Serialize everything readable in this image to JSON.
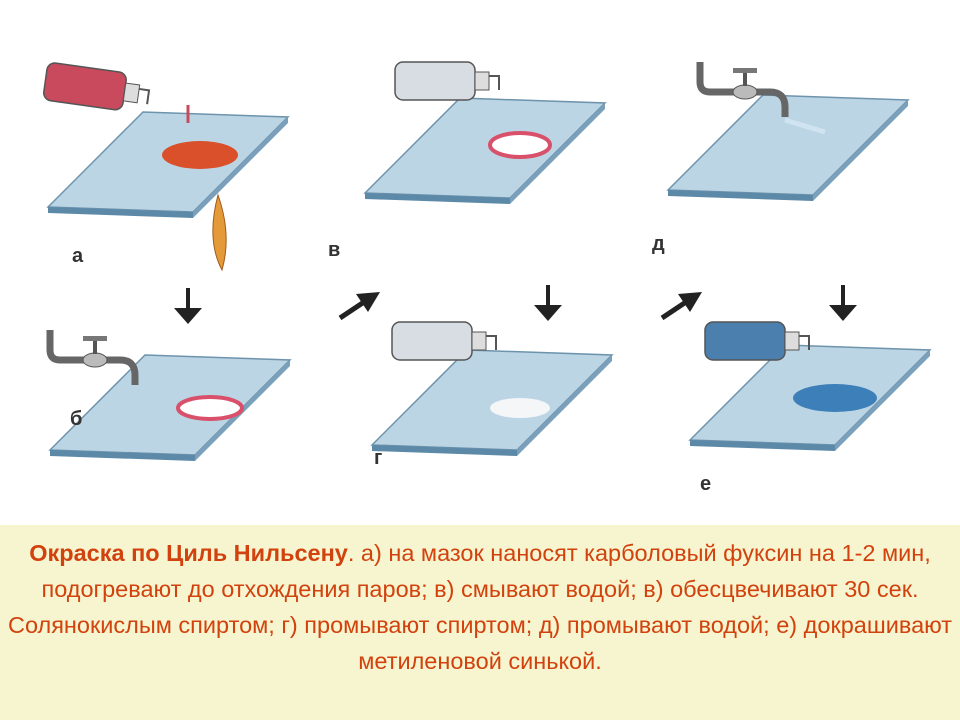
{
  "panels": [
    {
      "label": "а",
      "step": "a"
    },
    {
      "label": "б",
      "step": "b"
    },
    {
      "label": "в",
      "step": "v"
    },
    {
      "label": "г",
      "step": "g"
    },
    {
      "label": "д",
      "step": "d"
    },
    {
      "label": "е",
      "step": "e"
    }
  ],
  "caption": {
    "title": "Окраска по Циль Нильсену",
    "text": ".  а) на мазок наносят карболовый фуксин на 1-2 мин, подогревают до отхождения паров; в)  смывают водой; в) обесцвечивают 30 сек. Солянокислым спиртом; г) промывают спиртом; д) промывают водой; е) докрашивают метиленовой синькой."
  },
  "colors": {
    "text": "#d2420e",
    "caption_bg": "#f6f5cf",
    "slide": "#a9c6da",
    "stain_red": "#d9502a",
    "stain_blue": "#3d7fb8"
  }
}
